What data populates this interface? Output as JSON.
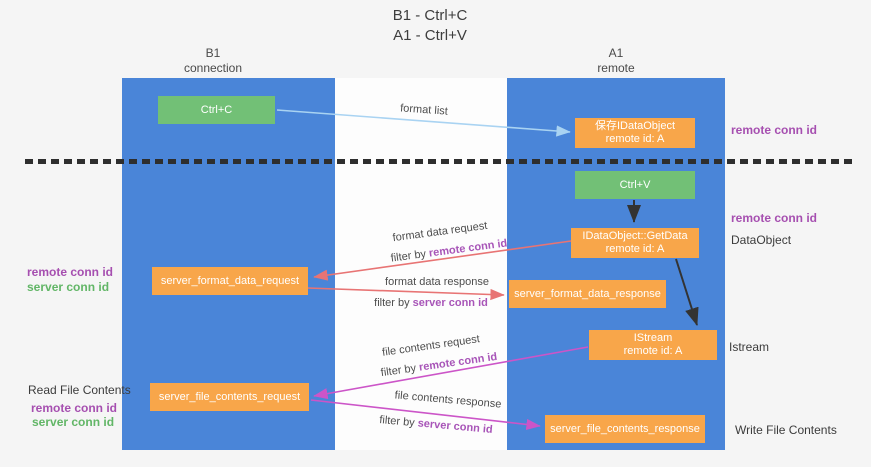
{
  "title": {
    "line1": "B1 - Ctrl+C",
    "line2": "A1 - Ctrl+V"
  },
  "columns": {
    "left": {
      "header_line1": "B1",
      "header_line2": "connection"
    },
    "right": {
      "header_line1": "A1",
      "header_line2": "remote"
    }
  },
  "boxes": {
    "ctrl_c": {
      "label": "Ctrl+C"
    },
    "save_idataobject": {
      "line1": "保存IDataObject",
      "line2": "remote id: A"
    },
    "ctrl_v": {
      "label": "Ctrl+V"
    },
    "getdata": {
      "line1": "IDataObject::GetData",
      "line2": "remote id: A"
    },
    "format_request": {
      "label": "server_format_data_request"
    },
    "format_response": {
      "label": "server_format_data_response"
    },
    "istream": {
      "line1": "IStream",
      "line2": "remote id: A"
    },
    "file_request": {
      "label": "server_file_contents_request"
    },
    "file_response": {
      "label": "server_file_contents_response"
    }
  },
  "arrow_labels": {
    "format_list": "format list",
    "format_data_request": "format data request",
    "filter_remote_1": {
      "prefix": "filter by ",
      "highlight": "remote conn id"
    },
    "format_data_response": "format data response",
    "filter_server_1": {
      "prefix": "filter by ",
      "highlight": "server conn id"
    },
    "file_contents_request": "file contents request",
    "filter_remote_2": {
      "prefix": "filter by ",
      "highlight": "remote conn id"
    },
    "file_contents_response": "file contents response",
    "filter_server_2": {
      "prefix": "filter by ",
      "highlight": "server conn id"
    }
  },
  "side_labels": {
    "right_remote_1": "remote conn id",
    "right_remote_2": "remote conn id",
    "dataobject": "DataObject",
    "istream": "Istream",
    "write_file": "Write File Contents",
    "left_remote_1": "remote conn id",
    "left_server_1": "server conn id",
    "read_file": "Read File Contents",
    "left_remote_2": "remote conn id",
    "left_server_2": "server conn id"
  },
  "colors": {
    "column_blue": "#4a85d8",
    "box_green": "#72c076",
    "box_orange": "#f8a64a",
    "arrow_lightblue": "#a9d3f2",
    "arrow_red": "#e87474",
    "arrow_magenta": "#cc55c8",
    "arrow_black": "#333333",
    "label_purple": "#a64fb0",
    "label_green": "#62b667"
  }
}
